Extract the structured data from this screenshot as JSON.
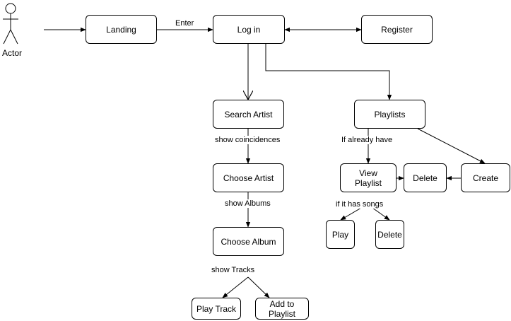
{
  "actor": {
    "label": "Actor"
  },
  "nodes": {
    "landing": "Landing",
    "login": "Log in",
    "register": "Register",
    "search_artist": "Search Artist",
    "playlists": "Playlists",
    "choose_artist": "Choose Artist",
    "view_playlist": "View\nPlaylist",
    "delete_playlist": "Delete",
    "create": "Create",
    "choose_album": "Choose Album",
    "play": "Play",
    "delete_song": "Delete",
    "play_track": "Play Track",
    "add_to_playlist": "Add to\nPlaylist"
  },
  "edge_labels": {
    "enter": "Enter",
    "show_coincidences": "show coincidences",
    "if_already_have": "If already have",
    "show_albums": "show Albums",
    "if_it_has_songs": "if it has songs",
    "show_tracks": "show Tracks"
  },
  "colors": {
    "stroke": "#000000",
    "fill": "#ffffff"
  }
}
